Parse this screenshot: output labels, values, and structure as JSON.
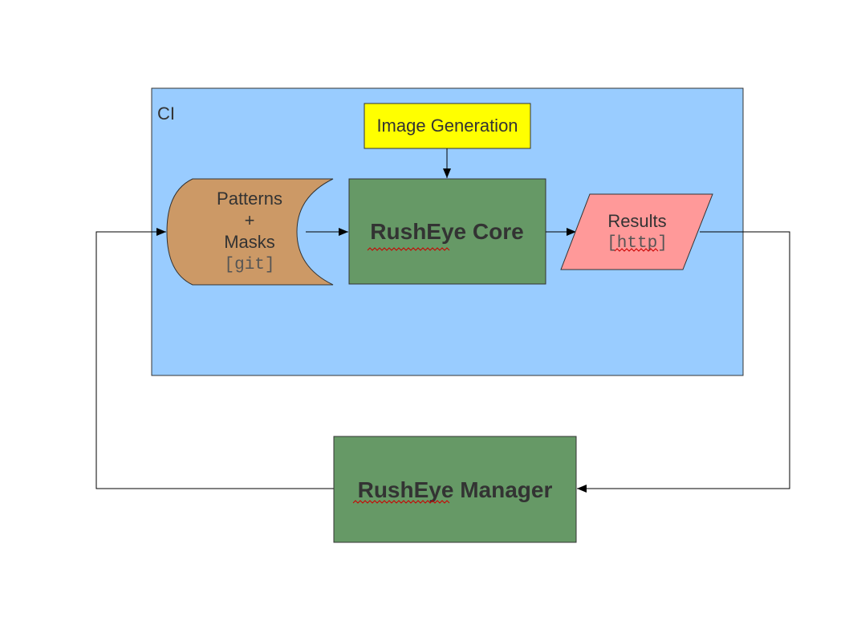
{
  "colors": {
    "ci_region": "#99ccff",
    "patterns": "#cc9966",
    "core": "#669966",
    "manager": "#669966",
    "image_generation": "#ffff00",
    "results": "#ff9999",
    "line": "#000000",
    "text": "#333333",
    "spellcheck": "#cc0000"
  },
  "ci": {
    "label": "CI"
  },
  "image_generation": {
    "label": "Image Generation"
  },
  "patterns": {
    "line1": "Patterns",
    "line2": "+",
    "line3": "Masks",
    "line4": "[git]"
  },
  "core": {
    "label_part1": "RushEye",
    "label_part2": " Core"
  },
  "results": {
    "line1": "Results",
    "line2": "[http]"
  },
  "manager": {
    "label_part1": "RushEye",
    "label_part2": " Manager"
  }
}
